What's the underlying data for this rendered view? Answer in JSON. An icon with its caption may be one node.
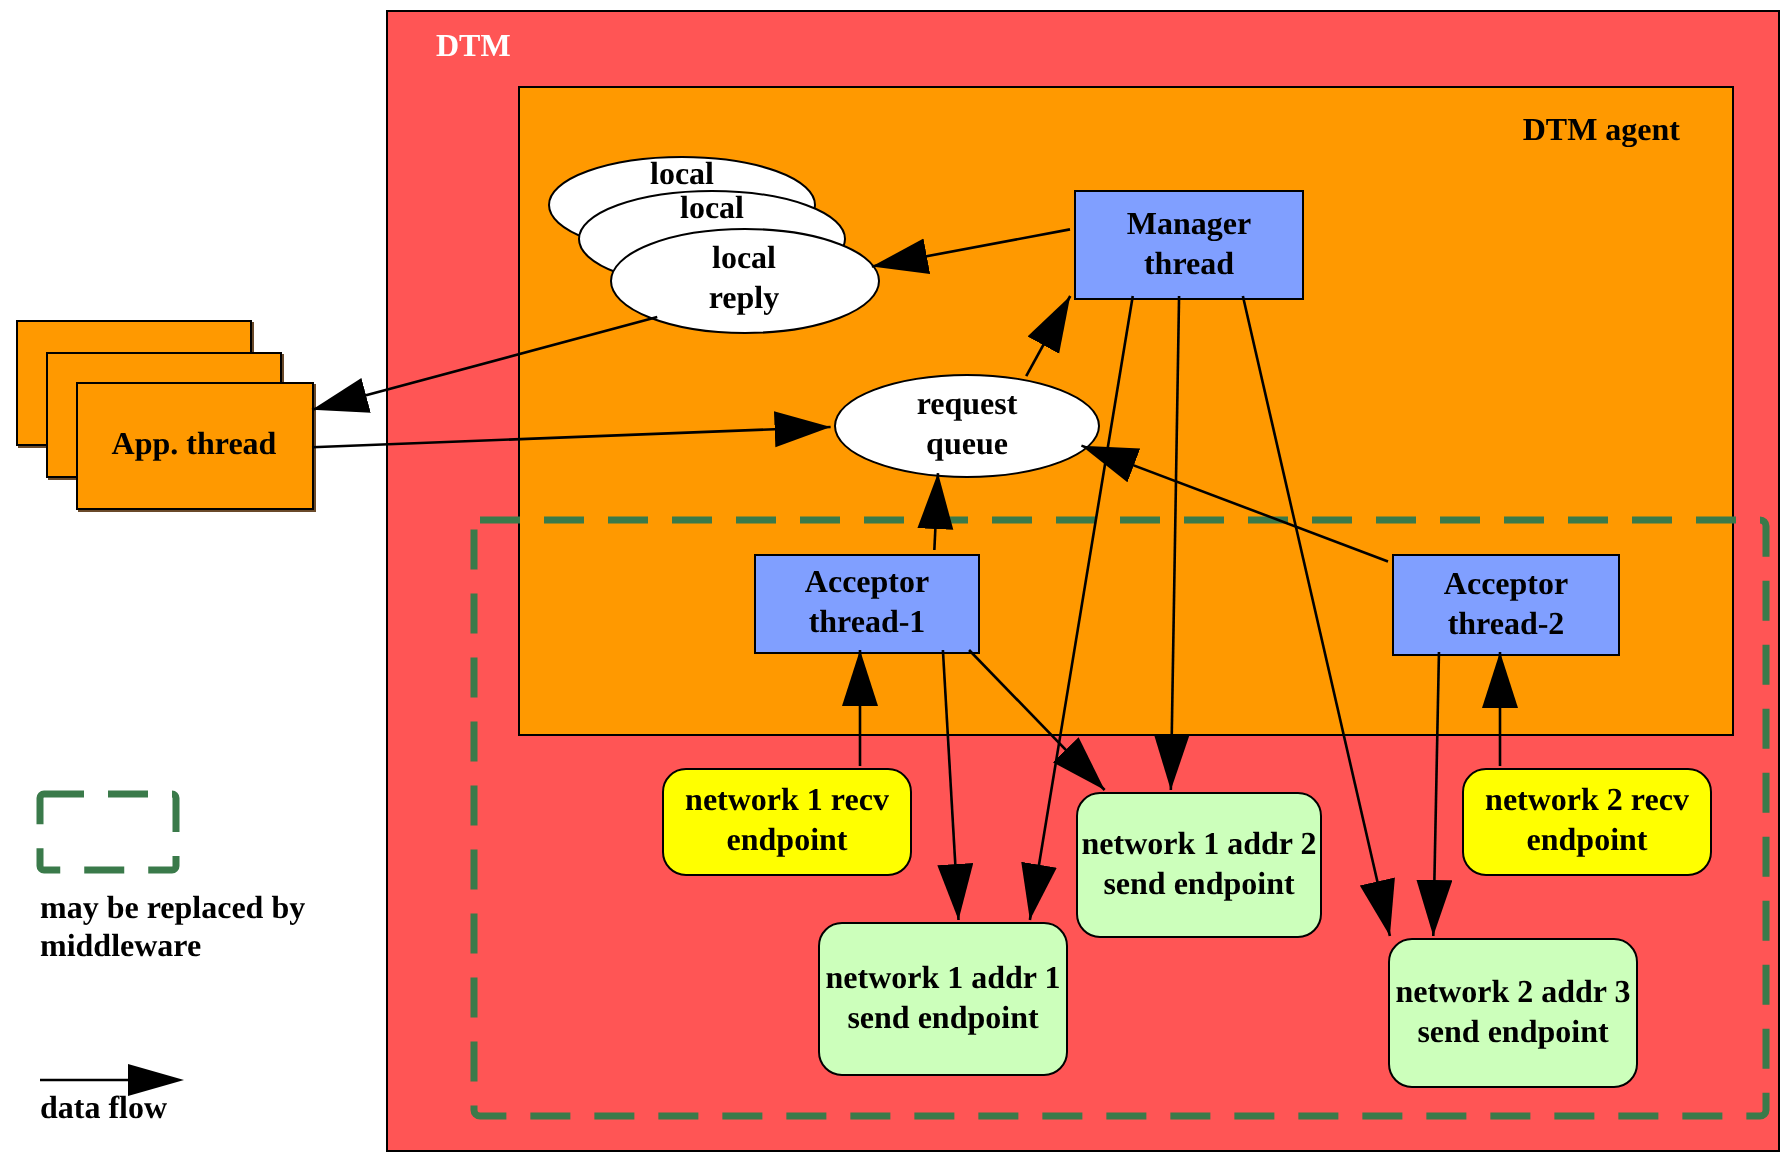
{
  "diagram": {
    "nodes": [
      {
        "text": [
          "DTM"
        ]
      },
      {
        "text": [
          "DTM agent"
        ],
        "in": 0
      },
      {
        "text": [
          "local",
          "local",
          "local reply"
        ],
        "in": 1
      },
      {
        "text": [
          "Manager thread"
        ],
        "in": 1
      },
      {
        "text": [
          "request queue"
        ],
        "in": 1
      },
      {
        "text": [
          "Acceptor thread-1"
        ],
        "in": 1
      },
      {
        "text": [
          "Acceptor thread-2"
        ],
        "in": 1
      },
      {
        "text": [
          "network 1 recv endpoint"
        ],
        "in": 0
      },
      {
        "text": [
          "network 1 addr 2 send endpoint"
        ],
        "in": 0
      },
      {
        "text": [
          "network 2 recv endpoint"
        ],
        "in": 0
      },
      {
        "text": [
          "network 1 addr 1 send endpoint"
        ],
        "in": 0
      },
      {
        "text": [
          "network 2 addr 3 send endpoint"
        ],
        "in": 0
      },
      {
        "text": [
          "App. thread"
        ]
      }
    ],
    "edges": [
      {
        "from": 3,
        "to": 2,
        "arrow": "to"
      },
      {
        "from": 2,
        "to": 12,
        "arrow": "to"
      },
      {
        "from": 12,
        "to": 4,
        "arrow": "to"
      },
      {
        "from": 4,
        "to": 3,
        "arrow": "to"
      },
      {
        "from": 5,
        "to": 4,
        "arrow": "to"
      },
      {
        "from": 6,
        "to": 4,
        "arrow": "to"
      },
      {
        "from": 7,
        "to": 5,
        "arrow": "to"
      },
      {
        "from": 9,
        "to": 6,
        "arrow": "to"
      },
      {
        "from": 3,
        "to": 10,
        "arrow": "to"
      },
      {
        "from": 3,
        "to": 8,
        "arrow": "to"
      },
      {
        "from": 3,
        "to": 11,
        "arrow": "to"
      },
      {
        "from": 5,
        "to": 10,
        "arrow": "to"
      },
      {
        "from": 5,
        "to": 8,
        "arrow": "to"
      },
      {
        "from": 6,
        "to": 11,
        "arrow": "to"
      }
    ],
    "legend": [
      {
        "text": "may be replaced by middleware"
      },
      {
        "text": "data flow"
      }
    ]
  }
}
